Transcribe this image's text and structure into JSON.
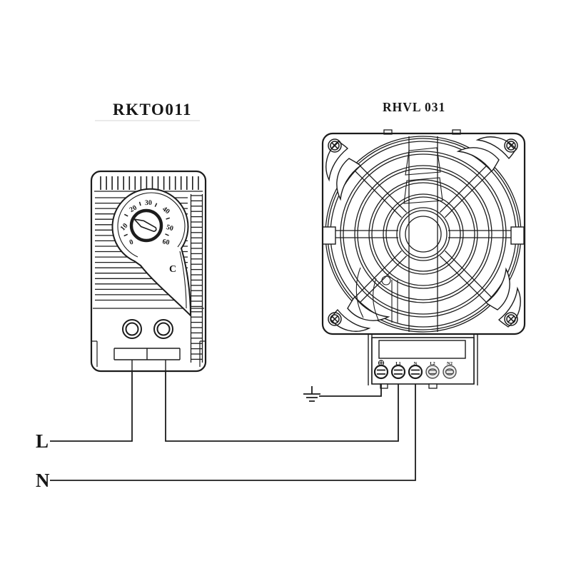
{
  "colors": {
    "background": "#ffffff",
    "line": "#1c1c1c",
    "muted_line": "#555555"
  },
  "thermostat": {
    "label": "RKTO011",
    "dial_numbers": [
      "0",
      "10",
      "20",
      "30",
      "40",
      "50",
      "60"
    ],
    "dial_unit": "C"
  },
  "heater": {
    "label": "RHVL 031",
    "terminal_labels": [
      "L1",
      "N",
      "L2",
      "N2"
    ],
    "icons": {
      "pe_terminal": "earth-circle-icon",
      "corner_screws": "phillips-screw-icon"
    }
  },
  "wiring": {
    "live_label": "L",
    "neutral_label": "N",
    "ground_icon": "earth-ground-icon"
  }
}
